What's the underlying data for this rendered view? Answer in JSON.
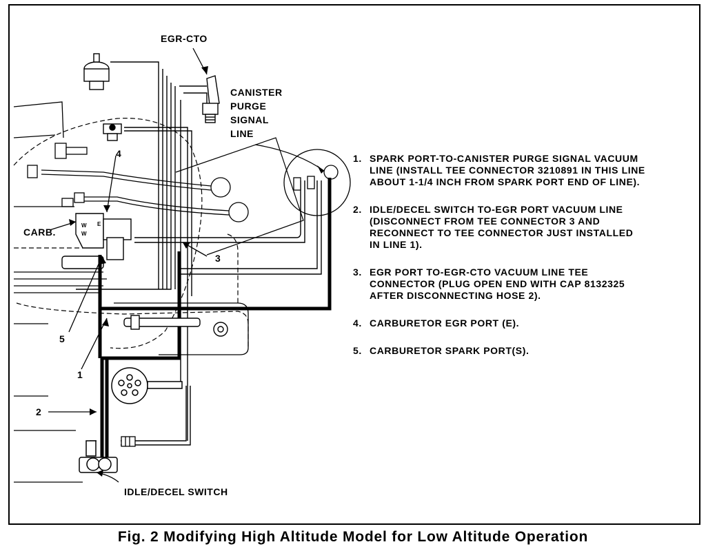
{
  "labels": {
    "egr_cto": "EGR-CTO",
    "canister_purge_signal_line": [
      "CANISTER",
      "PURGE",
      "SIGNAL",
      "LINE"
    ],
    "carb": "CARB.",
    "idle_decel_switch": "IDLE/DECEL SWITCH",
    "callouts": [
      "1",
      "2",
      "3",
      "4",
      "5"
    ]
  },
  "notes": [
    {
      "num": "1.",
      "lines": [
        "SPARK PORT-TO-CANISTER PURGE SIGNAL VACUUM",
        "LINE (INSTALL TEE CONNECTOR 3210891 IN THIS LINE",
        "ABOUT 1-1/4 INCH FROM SPARK PORT END OF LINE)."
      ]
    },
    {
      "num": "2.",
      "lines": [
        "IDLE/DECEL SWITCH TO-EGR PORT VACUUM LINE",
        "(DISCONNECT FROM TEE CONNECTOR 3 AND",
        "RECONNECT TO TEE CONNECTOR JUST INSTALLED",
        "IN LINE 1)."
      ]
    },
    {
      "num": "3.",
      "lines": [
        "EGR PORT TO-EGR-CTO VACUUM LINE TEE",
        "CONNECTOR (PLUG OPEN END WITH CAP 8132325",
        "AFTER DISCONNECTING HOSE 2)."
      ]
    },
    {
      "num": "4.",
      "lines": [
        "CARBURETOR EGR PORT (E)."
      ]
    },
    {
      "num": "5.",
      "lines": [
        "CARBURETOR SPARK PORT(S)."
      ]
    }
  ],
  "caption": "Fig. 2 Modifying High Altitude Model for Low Altitude Operation",
  "icons": {
    "egr_cto_valve": "thermal-valve-icon",
    "egr_valve": "egr-valve-icon",
    "distributor": "distributor-icon",
    "idle_decel_switch": "switch-icon"
  }
}
